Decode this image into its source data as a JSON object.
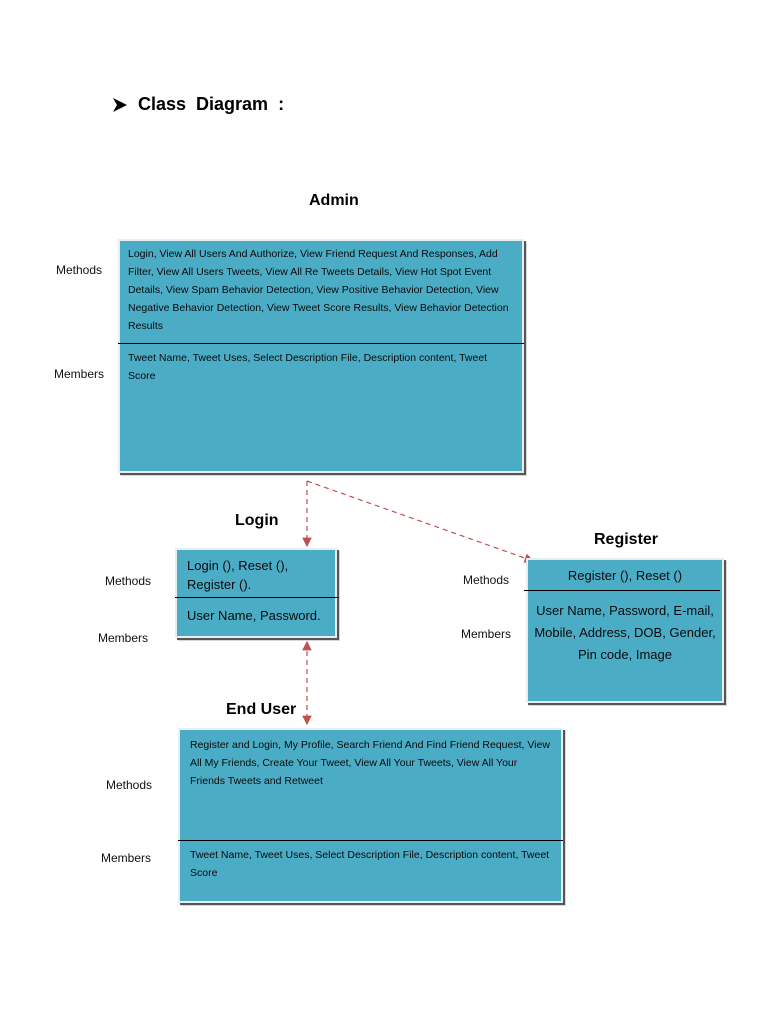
{
  "heading": {
    "bullet_icon": "arrowhead-bullet-icon",
    "text": "Class  Diagram  :"
  },
  "classes": {
    "admin": {
      "title": "Admin",
      "methods_label": "Methods",
      "members_label": "Members",
      "methods": "Login, View All Users And Authorize, View Friend Request And Responses, Add Filter, View All Users Tweets, View All Re Tweets Details, View Hot Spot Event Details, View Spam Behavior Detection, View Positive Behavior Detection, View Negative Behavior Detection, View Tweet Score Results, View Behavior Detection Results",
      "members": "Tweet Name, Tweet Uses, Select Description File, Description content, Tweet Score"
    },
    "login": {
      "title": "Login",
      "methods_label": "Methods",
      "members_label": "Members",
      "methods": "Login (), Reset (), Register ().",
      "members": "User Name, Password."
    },
    "register": {
      "title": "Register",
      "methods_label": "Methods",
      "members_label": "Members",
      "methods": "Register (), Reset ()",
      "members": "User Name, Password, E-mail, Mobile, Address, DOB, Gender, Pin code, Image"
    },
    "end_user": {
      "title": "End User",
      "methods_label": "Methods",
      "members_label": "Members",
      "methods": "Register and Login, My Profile, Search Friend And Find Friend Request, View All My Friends, Create Your Tweet, View All Your Tweets, View All Your Friends Tweets and Retweet",
      "members": "Tweet Name, Tweet Uses, Select Description File, Description content, Tweet Score"
    }
  },
  "colors": {
    "box_fill": "#4bacc6",
    "connector": "#c0504d"
  }
}
